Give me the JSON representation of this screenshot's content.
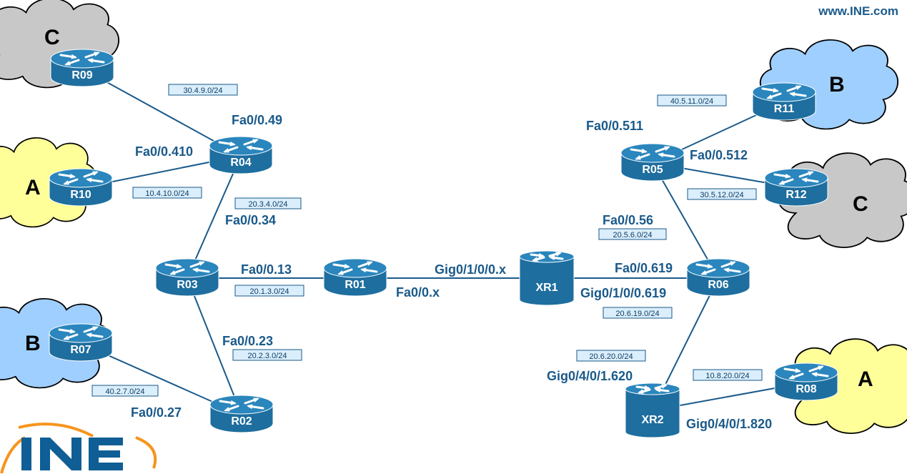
{
  "website": "www.INE.com",
  "logo_text": "INE",
  "colors": {
    "router_fill": "#1e6e9f",
    "router_top": "#2a86bd",
    "link": "#1a5a8a",
    "cloud_gray": "#c8c8c8",
    "cloud_yellow": "#ffff99",
    "cloud_blue": "#9fcfff",
    "logo_orange": "#f7941d",
    "logo_blue": "#0f5e95"
  },
  "clouds": [
    {
      "id": "c9",
      "label": "C",
      "color": "gray"
    },
    {
      "id": "c10",
      "label": "A",
      "color": "yellow"
    },
    {
      "id": "c7",
      "label": "B",
      "color": "blue"
    },
    {
      "id": "c11",
      "label": "B",
      "color": "blue"
    },
    {
      "id": "c12",
      "label": "C",
      "color": "gray"
    },
    {
      "id": "c8",
      "label": "A",
      "color": "yellow"
    }
  ],
  "routers": [
    {
      "id": "R09",
      "label": "R09",
      "type": "router"
    },
    {
      "id": "R10",
      "label": "R10",
      "type": "router"
    },
    {
      "id": "R07",
      "label": "R07",
      "type": "router"
    },
    {
      "id": "R04",
      "label": "R04",
      "type": "router"
    },
    {
      "id": "R03",
      "label": "R03",
      "type": "router"
    },
    {
      "id": "R02",
      "label": "R02",
      "type": "router"
    },
    {
      "id": "R01",
      "label": "R01",
      "type": "router"
    },
    {
      "id": "XR1",
      "label": "XR1",
      "type": "cylinder"
    },
    {
      "id": "XR2",
      "label": "XR2",
      "type": "cylinder"
    },
    {
      "id": "R05",
      "label": "R05",
      "type": "router"
    },
    {
      "id": "R06",
      "label": "R06",
      "type": "router"
    },
    {
      "id": "R11",
      "label": "R11",
      "type": "router"
    },
    {
      "id": "R12",
      "label": "R12",
      "type": "router"
    },
    {
      "id": "R08",
      "label": "R08",
      "type": "router"
    }
  ],
  "links": [
    {
      "from": "R09",
      "to": "R04"
    },
    {
      "from": "R10",
      "to": "R04"
    },
    {
      "from": "R04",
      "to": "R03"
    },
    {
      "from": "R03",
      "to": "R01"
    },
    {
      "from": "R03",
      "to": "R02"
    },
    {
      "from": "R07",
      "to": "R02"
    },
    {
      "from": "R01",
      "to": "XR1"
    },
    {
      "from": "XR1",
      "to": "R06"
    },
    {
      "from": "R05",
      "to": "R11"
    },
    {
      "from": "R05",
      "to": "R12"
    },
    {
      "from": "R05",
      "to": "R06"
    },
    {
      "from": "R06",
      "to": "XR2"
    },
    {
      "from": "XR2",
      "to": "R08"
    }
  ],
  "subnets": [
    "30.4.9.0/24",
    "10.4.10.0/24",
    "20.3.4.0/24",
    "20.1.3.0/24",
    "20.2.3.0/24",
    "40.2.7.0/24",
    "40.5.11.0/24",
    "30.5.12.0/24",
    "20.5.6.0/24",
    "20.6.19.0/24",
    "20.6.20.0/24",
    "10.8.20.0/24"
  ],
  "interfaces": [
    "Fa0/0.49",
    "Fa0/0.410",
    "Fa0/0.34",
    "Fa0/0.13",
    "Fa0/0.23",
    "Fa0/0.27",
    "Fa0/0.x",
    "Gig0/1/0/0.x",
    "Fa0/0.511",
    "Fa0/0.512",
    "Fa0/0.56",
    "Fa0/0.619",
    "Gig0/1/0/0.619",
    "Gig0/4/0/1.620",
    "Gig0/4/0/1.820"
  ]
}
